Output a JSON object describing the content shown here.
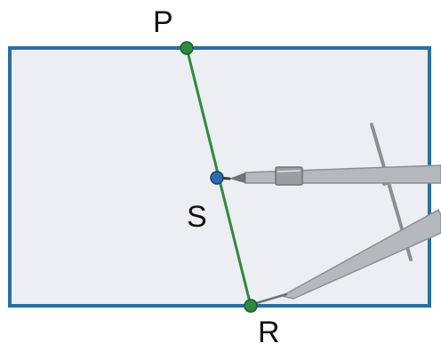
{
  "points": {
    "p": {
      "label": "P"
    },
    "s": {
      "label": "S"
    },
    "r": {
      "label": "R"
    }
  },
  "colors": {
    "background": "#ffffff",
    "rectangle_fill": "#eceef3",
    "rectangle_stroke": "#2a6f9e",
    "segment": "#2e8b3e",
    "endpoint": "#2e8b3e",
    "point_s": "#2b6cb0",
    "tool_metal": "#b5b8bc",
    "tool_dark": "#6f7378"
  },
  "icons": {
    "pencil": "pencil-icon",
    "compass": "compass-icon"
  }
}
